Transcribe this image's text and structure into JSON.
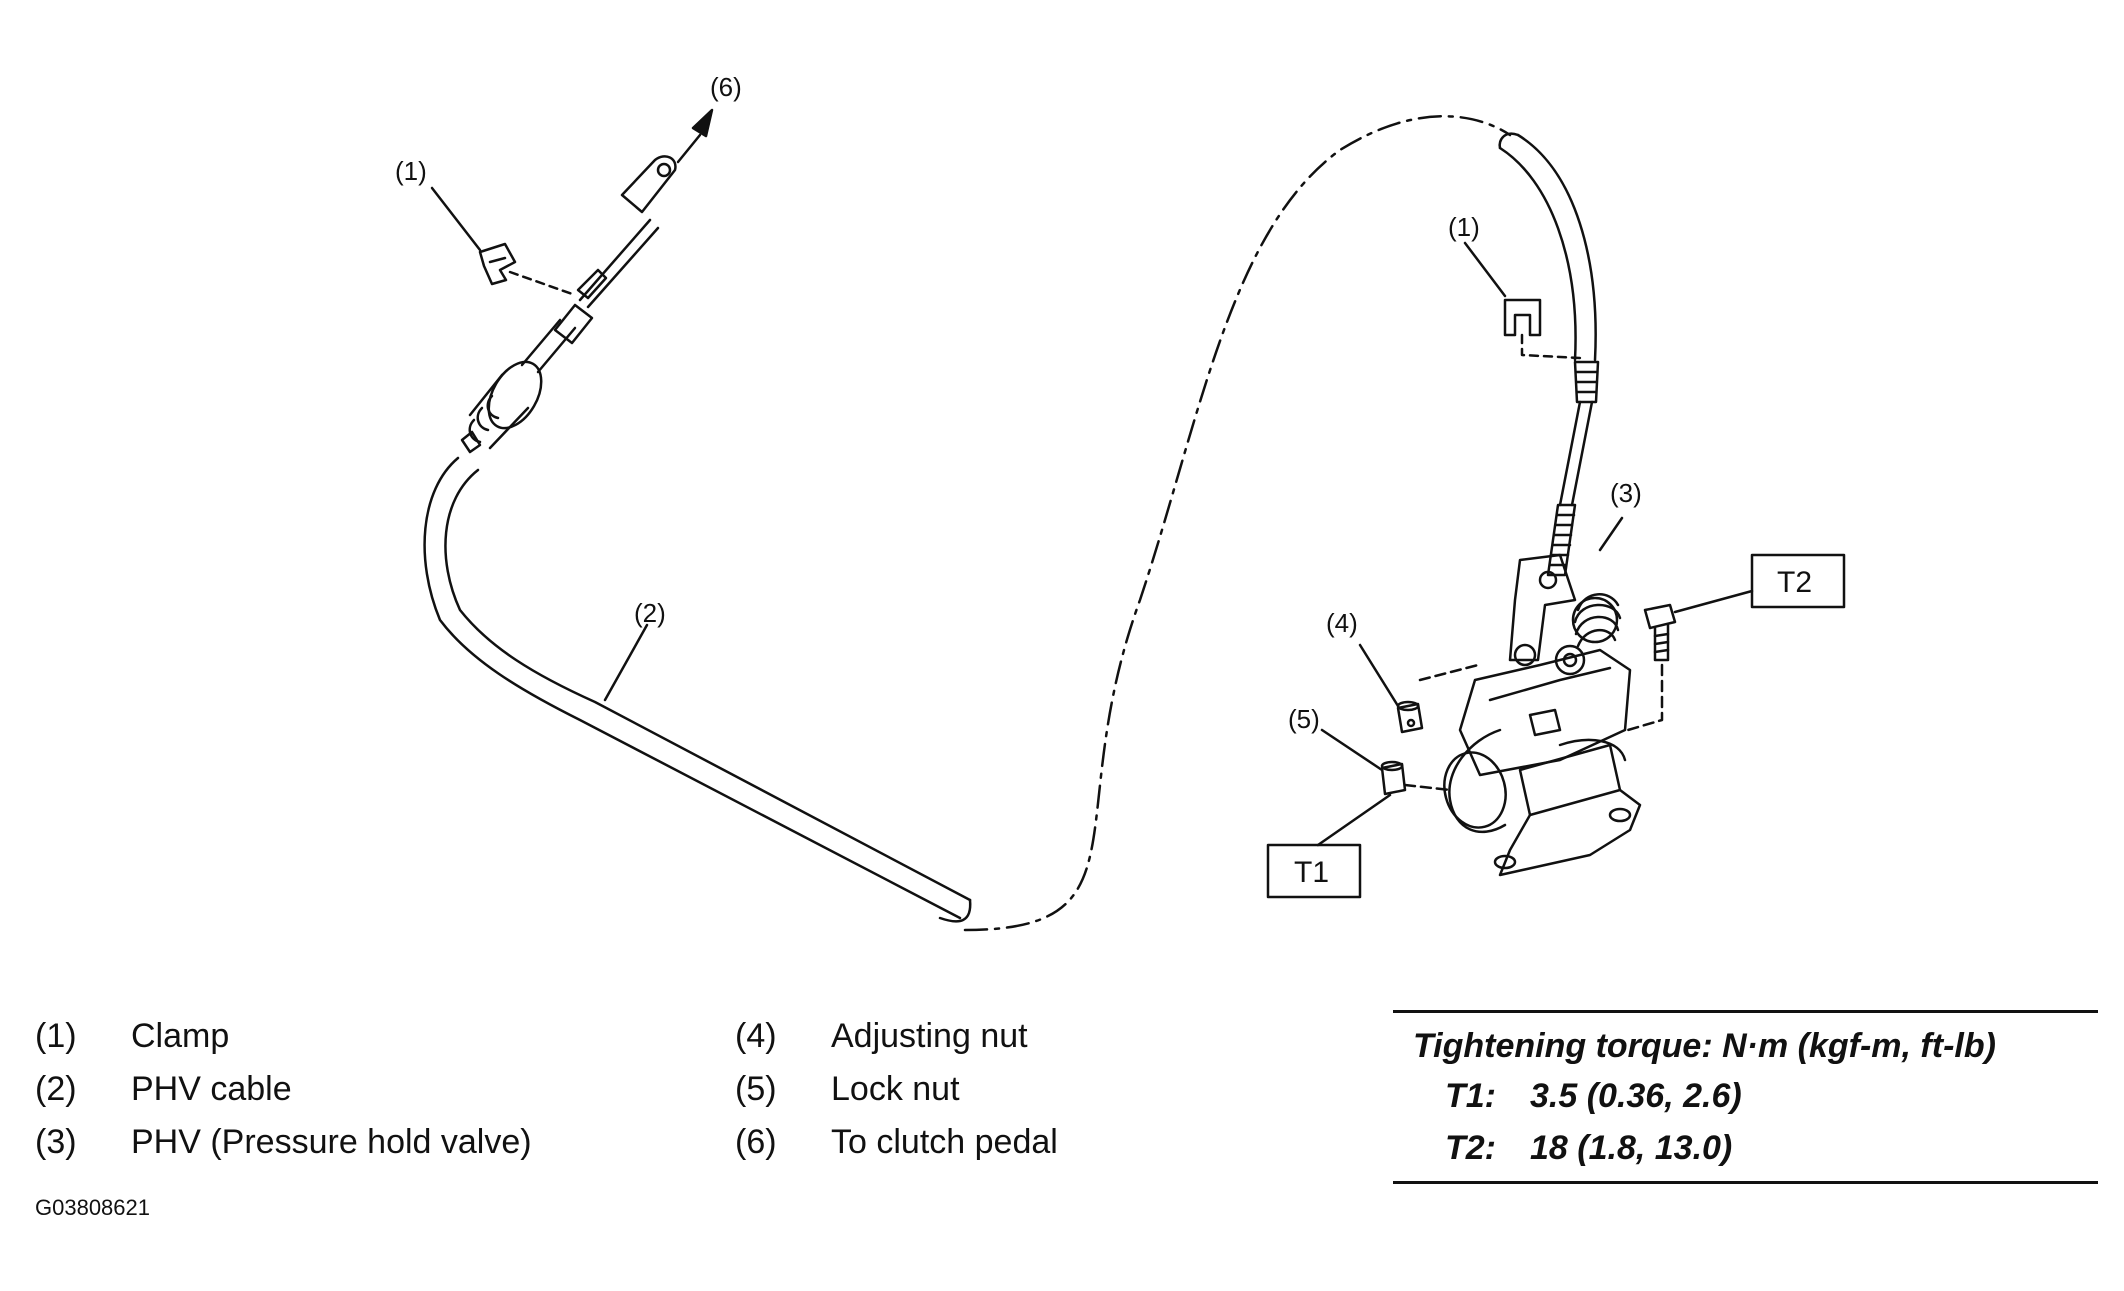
{
  "callouts": {
    "c1_left": "(1)",
    "c6": "(6)",
    "c2": "(2)",
    "c1_right": "(1)",
    "c3": "(3)",
    "c4": "(4)",
    "c5": "(5)",
    "t1": "T1",
    "t2": "T2"
  },
  "legend": [
    {
      "num": "(1)",
      "label": "Clamp"
    },
    {
      "num": "(2)",
      "label": "PHV cable"
    },
    {
      "num": "(3)",
      "label": "PHV (Pressure hold valve)"
    },
    {
      "num": "(4)",
      "label": "Adjusting nut"
    },
    {
      "num": "(5)",
      "label": "Lock nut"
    },
    {
      "num": "(6)",
      "label": "To clutch pedal"
    }
  ],
  "torque": {
    "title": "Tightening torque: N·m (kgf-m, ft-lb)",
    "rows": [
      {
        "key": "T1:",
        "value": "3.5 (0.36, 2.6)"
      },
      {
        "key": "T2:",
        "value": "18 (1.8, 13.0)"
      }
    ]
  },
  "figure_id": "G03808621"
}
